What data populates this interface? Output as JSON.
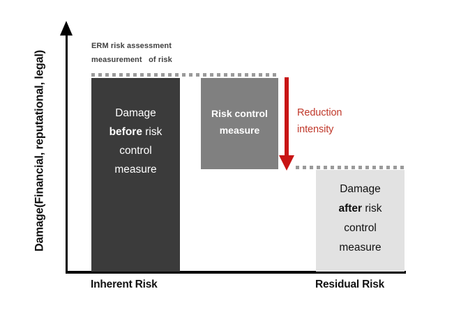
{
  "chart_data": {
    "type": "bar",
    "title": "",
    "xlabel": "",
    "ylabel": "Damage(Financial, reputational, legal)",
    "categories": [
      "Inherent Risk",
      "Residual Risk"
    ],
    "grid": false,
    "legend": "none",
    "series": [
      {
        "name": "Damage before risk control measure",
        "category": "Inherent Risk",
        "value": 100,
        "baseline": 0,
        "color": "#3b3b3b"
      },
      {
        "name": "Risk control measure",
        "category": "Inherent Risk",
        "value": 47,
        "baseline": 53,
        "color": "#808080"
      },
      {
        "name": "Damage after risk control measure",
        "category": "Residual Risk",
        "value": 52,
        "baseline": 0,
        "color": "#e2e2e2"
      }
    ],
    "annotations": [
      {
        "name": "erm-note",
        "text": "ERM risk assessment measurement  of risk"
      },
      {
        "name": "reduction-arrow",
        "text": "Reduction intensity",
        "direction": "down",
        "from_value": 100,
        "to_value": 52,
        "color": "#c81414"
      },
      {
        "name": "inherent-top-guide",
        "text": "",
        "value": 100
      },
      {
        "name": "residual-top-guide",
        "text": "",
        "value": 52
      }
    ]
  },
  "axis": {
    "y_title": "Damage(Financial, reputational, legal)"
  },
  "bars": {
    "inherent": {
      "line1": "Damage",
      "line2_bold": "before",
      "line2_rest": " risk",
      "line3": "control",
      "line4": "measure"
    },
    "control": {
      "line1": "Risk control",
      "line2": "measure"
    },
    "residual": {
      "line1": "Damage",
      "line2_bold": "after",
      "line2_rest": " risk",
      "line3": "control",
      "line4": "measure"
    }
  },
  "annotation": {
    "erm_line1": "ERM risk assessment",
    "erm_line2": "measurement   of risk"
  },
  "arrow": {
    "label_line1": "Reduction",
    "label_line2": "intensity"
  },
  "x_labels": {
    "inherent": "Inherent Risk",
    "residual": "Residual Risk"
  },
  "colors": {
    "inherent_bar": "#3b3b3b",
    "control_bar": "#808080",
    "residual_bar": "#e2e2e2",
    "arrow_red": "#c81414",
    "label_red": "#c0392b",
    "axis": "#000000",
    "dotted_guide": "#9a9a9a"
  }
}
